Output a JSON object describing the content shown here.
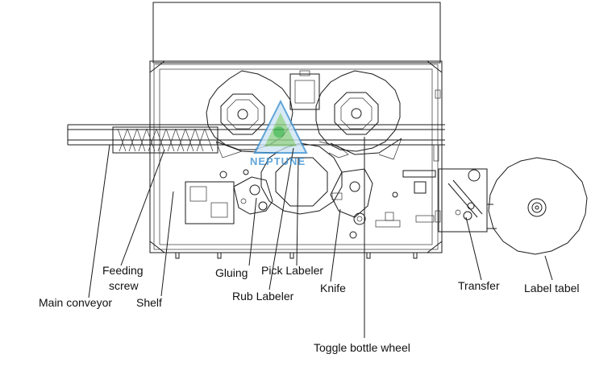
{
  "labels": {
    "main_conveyor": "Main conveyor",
    "feeding_screw_line1": "Feeding",
    "feeding_screw_line2": "screw",
    "shelf": "Shelf",
    "gluing": "Gluing",
    "pick_labeler": "Pick Labeler",
    "rub_labeler": "Rub Labeler",
    "knife": "Knife",
    "toggle_bottle_wheel": "Toggle bottle wheel",
    "transfer": "Transfer",
    "label_table": "Label tabel"
  },
  "watermark": "NEPTUNE",
  "colors": {
    "line": "#1a1a1a",
    "watermark_blue": "#3a8fd0",
    "watermark_green": "#3bb54a"
  }
}
